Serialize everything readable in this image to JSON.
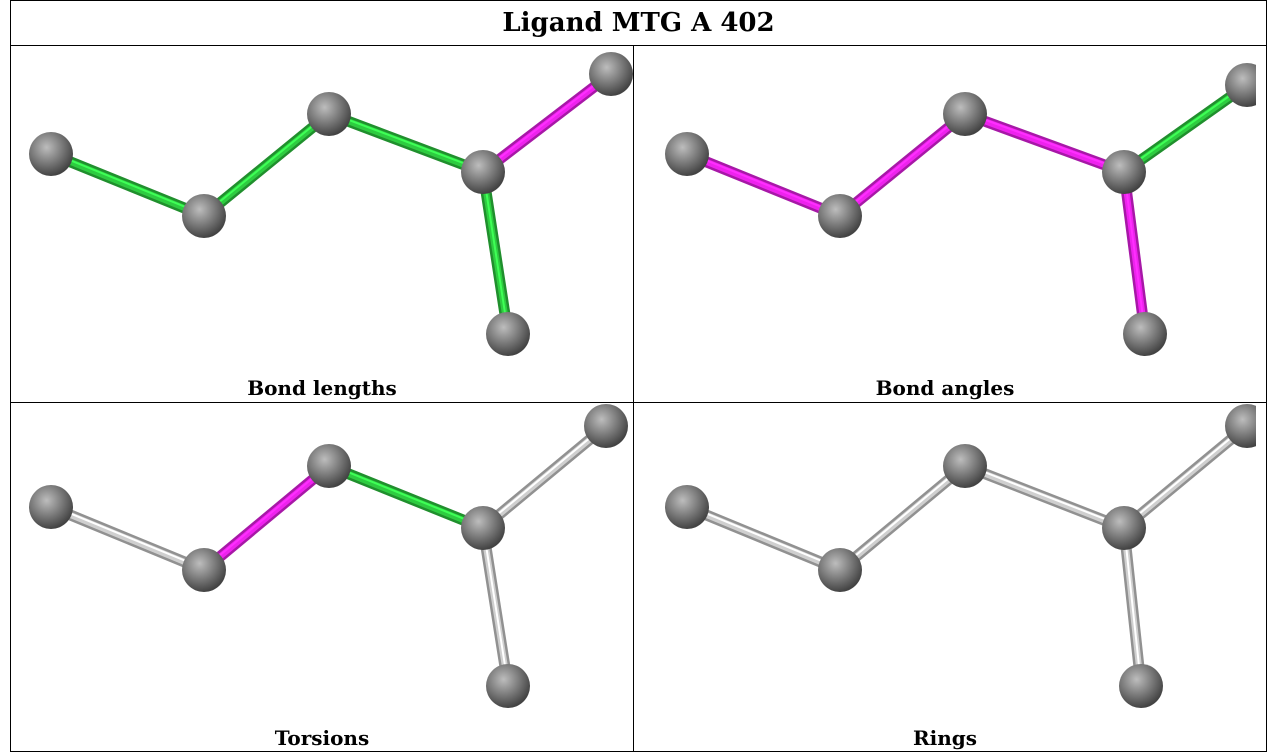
{
  "title": "Ligand MTG A 402",
  "panels": [
    {
      "caption": "Bond lengths",
      "bond_colors": [
        "#2ecc40",
        "#2ecc40",
        "#2ecc40",
        "#ee22ee",
        "#2ecc40"
      ]
    },
    {
      "caption": "Bond angles",
      "bond_colors": [
        "#ee22ee",
        "#ee22ee",
        "#ee22ee",
        "#2ecc40",
        "#ee22ee"
      ]
    },
    {
      "caption": "Torsions",
      "bond_colors": [
        "#cfcfcf",
        "#ee22ee",
        "#2ecc40",
        "#cfcfcf",
        "#cfcfcf"
      ]
    },
    {
      "caption": "Rings",
      "bond_colors": [
        "#cfcfcf",
        "#cfcfcf",
        "#cfcfcf",
        "#cfcfcf",
        "#cfcfcf"
      ]
    }
  ],
  "atom_color": "#7a7a7a"
}
